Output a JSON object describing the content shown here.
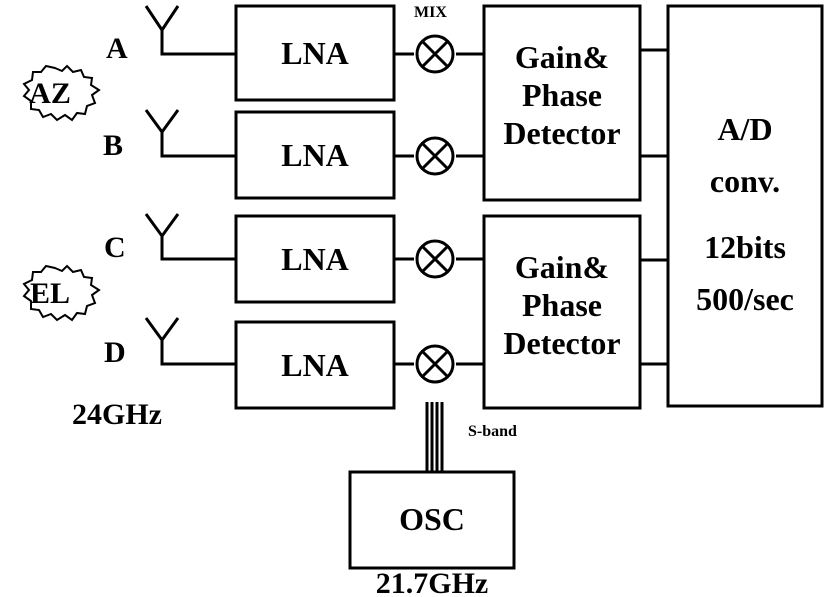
{
  "diagram": {
    "channels": [
      {
        "label": "A",
        "amp": "LNA"
      },
      {
        "label": "B",
        "amp": "LNA"
      },
      {
        "label": "C",
        "amp": "LNA"
      },
      {
        "label": "D",
        "amp": "LNA"
      }
    ],
    "groups": {
      "az": "AZ",
      "el": "EL"
    },
    "mix_label": "MIX",
    "detector": {
      "line1": "Gain&",
      "line2": "Phase",
      "line3": "Detector"
    },
    "adc": {
      "line1": "A/D",
      "line2": "conv.",
      "line3": "12bits",
      "line4": "500/sec"
    },
    "rf_freq": "24GHz",
    "osc": {
      "label": "OSC",
      "freq": "21.7GHz"
    },
    "sband_label": "S-band"
  }
}
